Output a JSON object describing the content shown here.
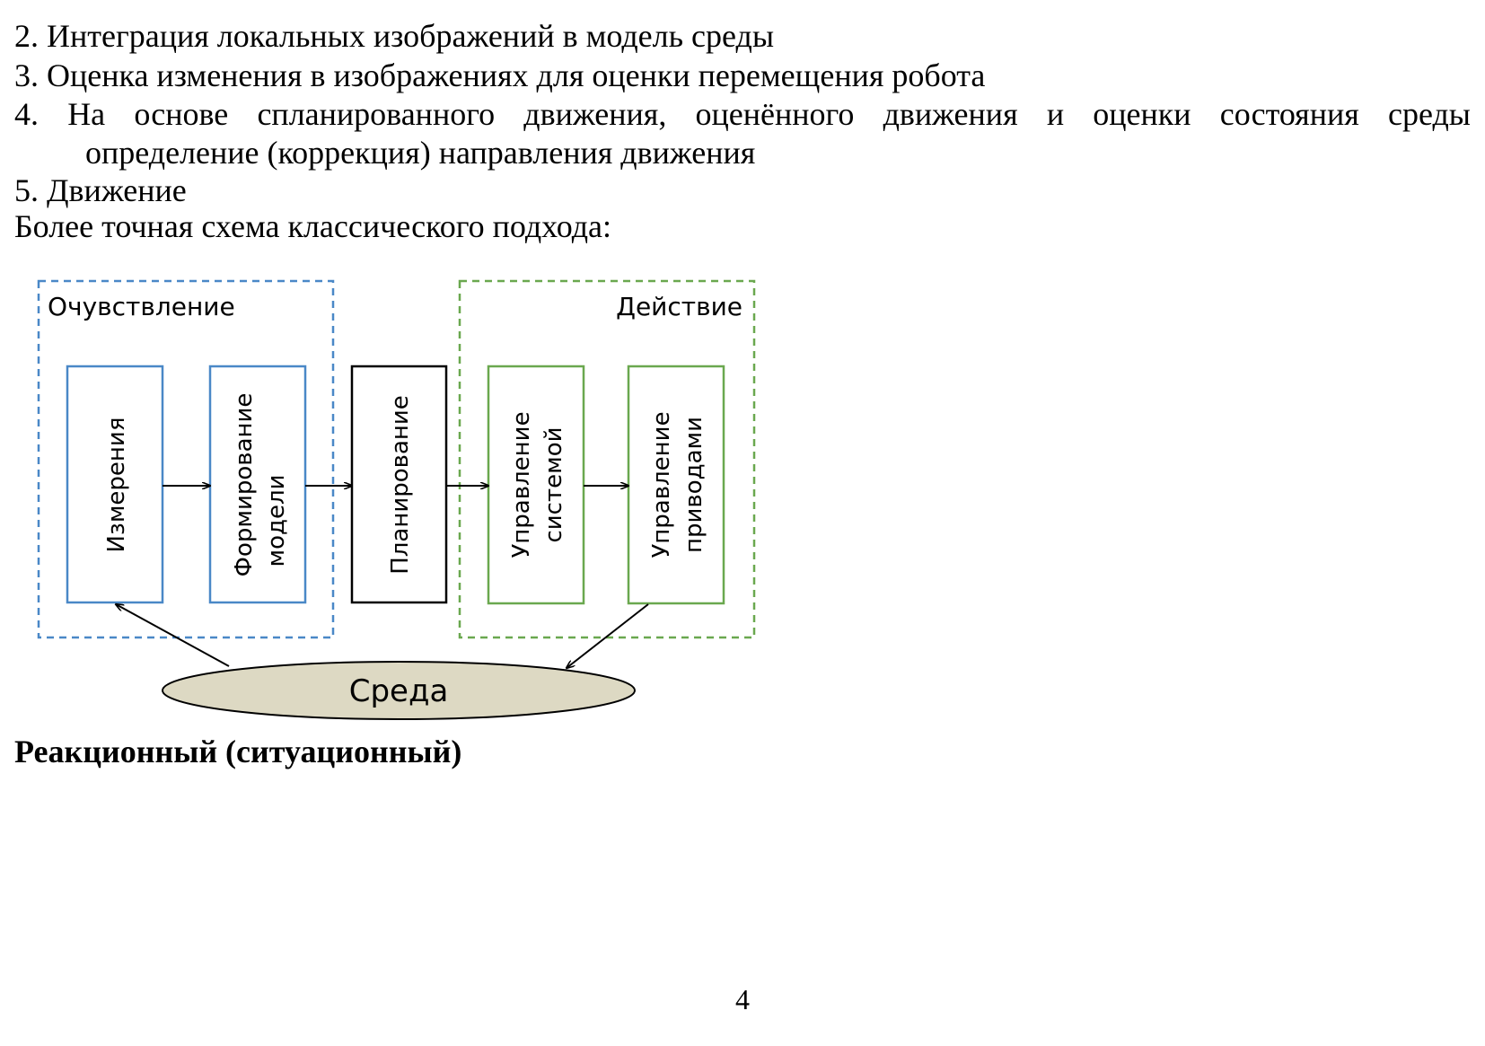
{
  "text": {
    "item2": "2. Интеграция локальных изображений в модель среды",
    "item3": "3. Оценка изменения в изображениях для оценки перемещения робота",
    "item4_words": [
      "4.",
      "На",
      "основе",
      "спланированного",
      "движения,",
      "оценённого",
      "движения",
      "и",
      "оценки",
      "состояния",
      "среды"
    ],
    "item4_cont": "определение (коррекция) направления движения",
    "item5": "5. Движение",
    "intro": "Более точная схема классического подхода:",
    "heading": "Реакционный (ситуационный)",
    "page_number": "4"
  },
  "diagram": {
    "group_sensing": "Очувствление",
    "group_action": "Действие",
    "box_measure": "Измерения",
    "box_model_1": "Формирование",
    "box_model_2": "модели",
    "box_plan": "Планирование",
    "box_sys_1": "Управление",
    "box_sys_2": "системой",
    "box_drive_1": "Управление",
    "box_drive_2": "приводами",
    "environment": "Среда",
    "colors": {
      "sensing": "#4a88c7",
      "action": "#6aa84f",
      "environment_fill": "#ddd9c3"
    }
  }
}
